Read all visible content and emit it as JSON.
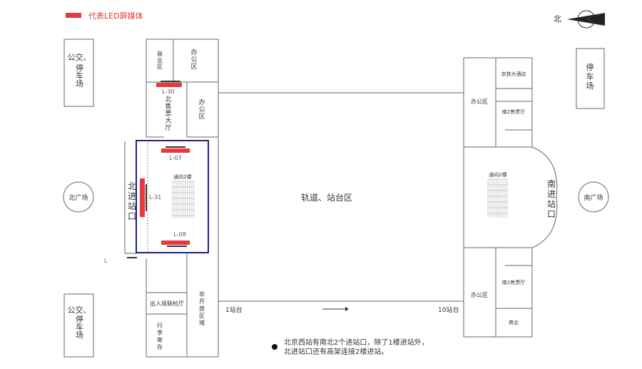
{
  "legend": {
    "label": "代表LED屏媒体",
    "marker_color": "#e8383d"
  },
  "compass": {
    "label": "北"
  },
  "colors": {
    "line": "#666666",
    "screen": "#e8383d",
    "highlight": "#1a1f8c",
    "text": "#333333"
  },
  "areas": {
    "bus_parking_top_left": [
      "公交、",
      "停车场"
    ],
    "bus_parking_bottom_left": [
      "公交、",
      "停车场"
    ],
    "parking_right": [
      "停",
      "车",
      "场"
    ],
    "north_plaza": "北广场",
    "south_plaza": "南广场",
    "north_entrance": [
      "北",
      "进",
      "站",
      "口"
    ],
    "south_entrance": [
      "南",
      "进",
      "站",
      "口"
    ],
    "commercial_top": [
      "商",
      "业",
      "区"
    ],
    "office_top": [
      "办",
      "公",
      "区"
    ],
    "north_ticket_hall": [
      "北",
      "售",
      "票",
      "大",
      "厅"
    ],
    "office_mid_left": [
      "办",
      "公",
      "区"
    ],
    "to_2f_left": "通向2楼",
    "track_platform": "轨道、站台区",
    "office_right_top": "办公区",
    "hotel": "京铁大酒店",
    "south2_ticket_hall": "南2售票厅",
    "to_2f_right": "通向2楼",
    "office_right_bottom": "办公区",
    "south1_ticket_hall": "南1售票厅",
    "commerce": "商业",
    "exit_inspection": "出入境联检厅",
    "luggage_storage": [
      "行",
      "李",
      "寄",
      "存"
    ],
    "non_open_area": [
      "非",
      "开",
      "放",
      "区",
      "域"
    ],
    "platform_1": "1站台",
    "platform_10": "10站台",
    "stray_label": "L"
  },
  "screens": [
    {
      "id": "L-30",
      "label": "L-30"
    },
    {
      "id": "L-07",
      "label": "L-07"
    },
    {
      "id": "L-31",
      "label": "L-31"
    },
    {
      "id": "L-08",
      "label": "L-08"
    }
  ],
  "note": {
    "line1": "北京西站有南北2个进站口，除了1楼进站外，",
    "line2": "北进站口还有高架连接2楼进站。"
  }
}
